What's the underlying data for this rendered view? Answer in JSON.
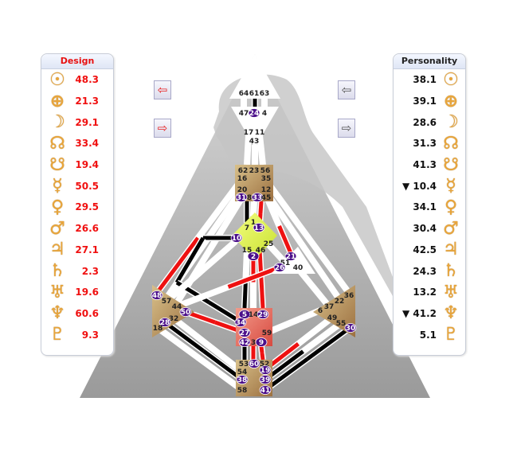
{
  "design": {
    "title": "Design",
    "rows": [
      {
        "icon": "sun-icon",
        "glyph": "☉",
        "value": "48.3"
      },
      {
        "icon": "earth-icon",
        "glyph": "⊕",
        "value": "21.3"
      },
      {
        "icon": "moon-icon",
        "glyph": "☽",
        "value": "29.1"
      },
      {
        "icon": "north-node-icon",
        "glyph": "☊",
        "value": "33.4"
      },
      {
        "icon": "south-node-icon",
        "glyph": "☋",
        "value": "19.4"
      },
      {
        "icon": "mercury-icon",
        "glyph": "☿",
        "value": "50.5"
      },
      {
        "icon": "venus-icon",
        "glyph": "♀",
        "value": "29.5"
      },
      {
        "icon": "mars-icon",
        "glyph": "♂",
        "value": "26.6"
      },
      {
        "icon": "jupiter-icon",
        "glyph": "♃",
        "value": "27.1"
      },
      {
        "icon": "saturn-icon",
        "glyph": "♄",
        "value": "2.3"
      },
      {
        "icon": "uranus-icon",
        "glyph": "♅",
        "value": "19.6"
      },
      {
        "icon": "neptune-icon",
        "glyph": "♆",
        "value": "60.6"
      },
      {
        "icon": "pluto-icon",
        "glyph": "♇",
        "value": "9.3"
      }
    ]
  },
  "personality": {
    "title": "Personality",
    "rows": [
      {
        "icon": "sun-icon",
        "glyph": "☉",
        "value": "38.1"
      },
      {
        "icon": "earth-icon",
        "glyph": "⊕",
        "value": "39.1"
      },
      {
        "icon": "moon-icon",
        "glyph": "☽",
        "value": "28.6"
      },
      {
        "icon": "north-node-icon",
        "glyph": "☊",
        "value": "31.3"
      },
      {
        "icon": "south-node-icon",
        "glyph": "☋",
        "value": "41.3"
      },
      {
        "icon": "mercury-icon",
        "glyph": "☿",
        "value": "▼ 10.4"
      },
      {
        "icon": "venus-icon",
        "glyph": "♀",
        "value": "34.1"
      },
      {
        "icon": "mars-icon",
        "glyph": "♂",
        "value": "30.4"
      },
      {
        "icon": "jupiter-icon",
        "glyph": "♃",
        "value": "42.5"
      },
      {
        "icon": "saturn-icon",
        "glyph": "♄",
        "value": "24.3"
      },
      {
        "icon": "uranus-icon",
        "glyph": "♅",
        "value": "13.2"
      },
      {
        "icon": "neptune-icon",
        "glyph": "♆",
        "value": "▼ 41.2"
      },
      {
        "icon": "pluto-icon",
        "glyph": "♇",
        "value": "5.1"
      }
    ]
  },
  "nav": {
    "design_prev": "⇦",
    "design_next": "⇨",
    "personality_prev": "⇦",
    "personality_next": "⇨"
  },
  "colors": {
    "design": "#ee1111",
    "personality": "#000000",
    "active_gate": "#4b0f8a"
  },
  "gates": [
    {
      "n": "64",
      "a": false
    },
    {
      "n": "61",
      "a": false
    },
    {
      "n": "63",
      "a": false
    },
    {
      "n": "47",
      "a": false
    },
    {
      "n": "24",
      "a": true
    },
    {
      "n": "4",
      "a": false
    },
    {
      "n": "17",
      "a": false
    },
    {
      "n": "11",
      "a": false
    },
    {
      "n": "43",
      "a": false
    },
    {
      "n": "62",
      "a": false
    },
    {
      "n": "23",
      "a": false
    },
    {
      "n": "56",
      "a": false
    },
    {
      "n": "16",
      "a": false
    },
    {
      "n": "35",
      "a": false
    },
    {
      "n": "20",
      "a": false
    },
    {
      "n": "12",
      "a": false
    },
    {
      "n": "31",
      "a": true
    },
    {
      "n": "8",
      "a": false
    },
    {
      "n": "33",
      "a": true
    },
    {
      "n": "45",
      "a": false
    },
    {
      "n": "1",
      "a": false
    },
    {
      "n": "7",
      "a": false
    },
    {
      "n": "13",
      "a": true
    },
    {
      "n": "10",
      "a": true
    },
    {
      "n": "25",
      "a": false
    },
    {
      "n": "15",
      "a": false
    },
    {
      "n": "46",
      "a": false
    },
    {
      "n": "2",
      "a": true
    },
    {
      "n": "21",
      "a": true
    },
    {
      "n": "51",
      "a": false
    },
    {
      "n": "26",
      "a": true
    },
    {
      "n": "40",
      "a": false
    },
    {
      "n": "48",
      "a": true
    },
    {
      "n": "57",
      "a": false
    },
    {
      "n": "44",
      "a": false
    },
    {
      "n": "50",
      "a": true
    },
    {
      "n": "32",
      "a": false
    },
    {
      "n": "28",
      "a": true
    },
    {
      "n": "18",
      "a": false
    },
    {
      "n": "5",
      "a": true
    },
    {
      "n": "14",
      "a": false
    },
    {
      "n": "29",
      "a": true
    },
    {
      "n": "34",
      "a": true
    },
    {
      "n": "27",
      "a": true
    },
    {
      "n": "59",
      "a": false
    },
    {
      "n": "42",
      "a": true
    },
    {
      "n": "3",
      "a": false
    },
    {
      "n": "9",
      "a": true
    },
    {
      "n": "36",
      "a": false
    },
    {
      "n": "22",
      "a": false
    },
    {
      "n": "37",
      "a": false
    },
    {
      "n": "6",
      "a": false
    },
    {
      "n": "49",
      "a": false
    },
    {
      "n": "55",
      "a": false
    },
    {
      "n": "30",
      "a": true
    },
    {
      "n": "53",
      "a": false
    },
    {
      "n": "60",
      "a": true
    },
    {
      "n": "52",
      "a": false
    },
    {
      "n": "54",
      "a": false
    },
    {
      "n": "19",
      "a": true
    },
    {
      "n": "38",
      "a": true
    },
    {
      "n": "39",
      "a": true
    },
    {
      "n": "58",
      "a": false
    },
    {
      "n": "41",
      "a": true
    }
  ]
}
